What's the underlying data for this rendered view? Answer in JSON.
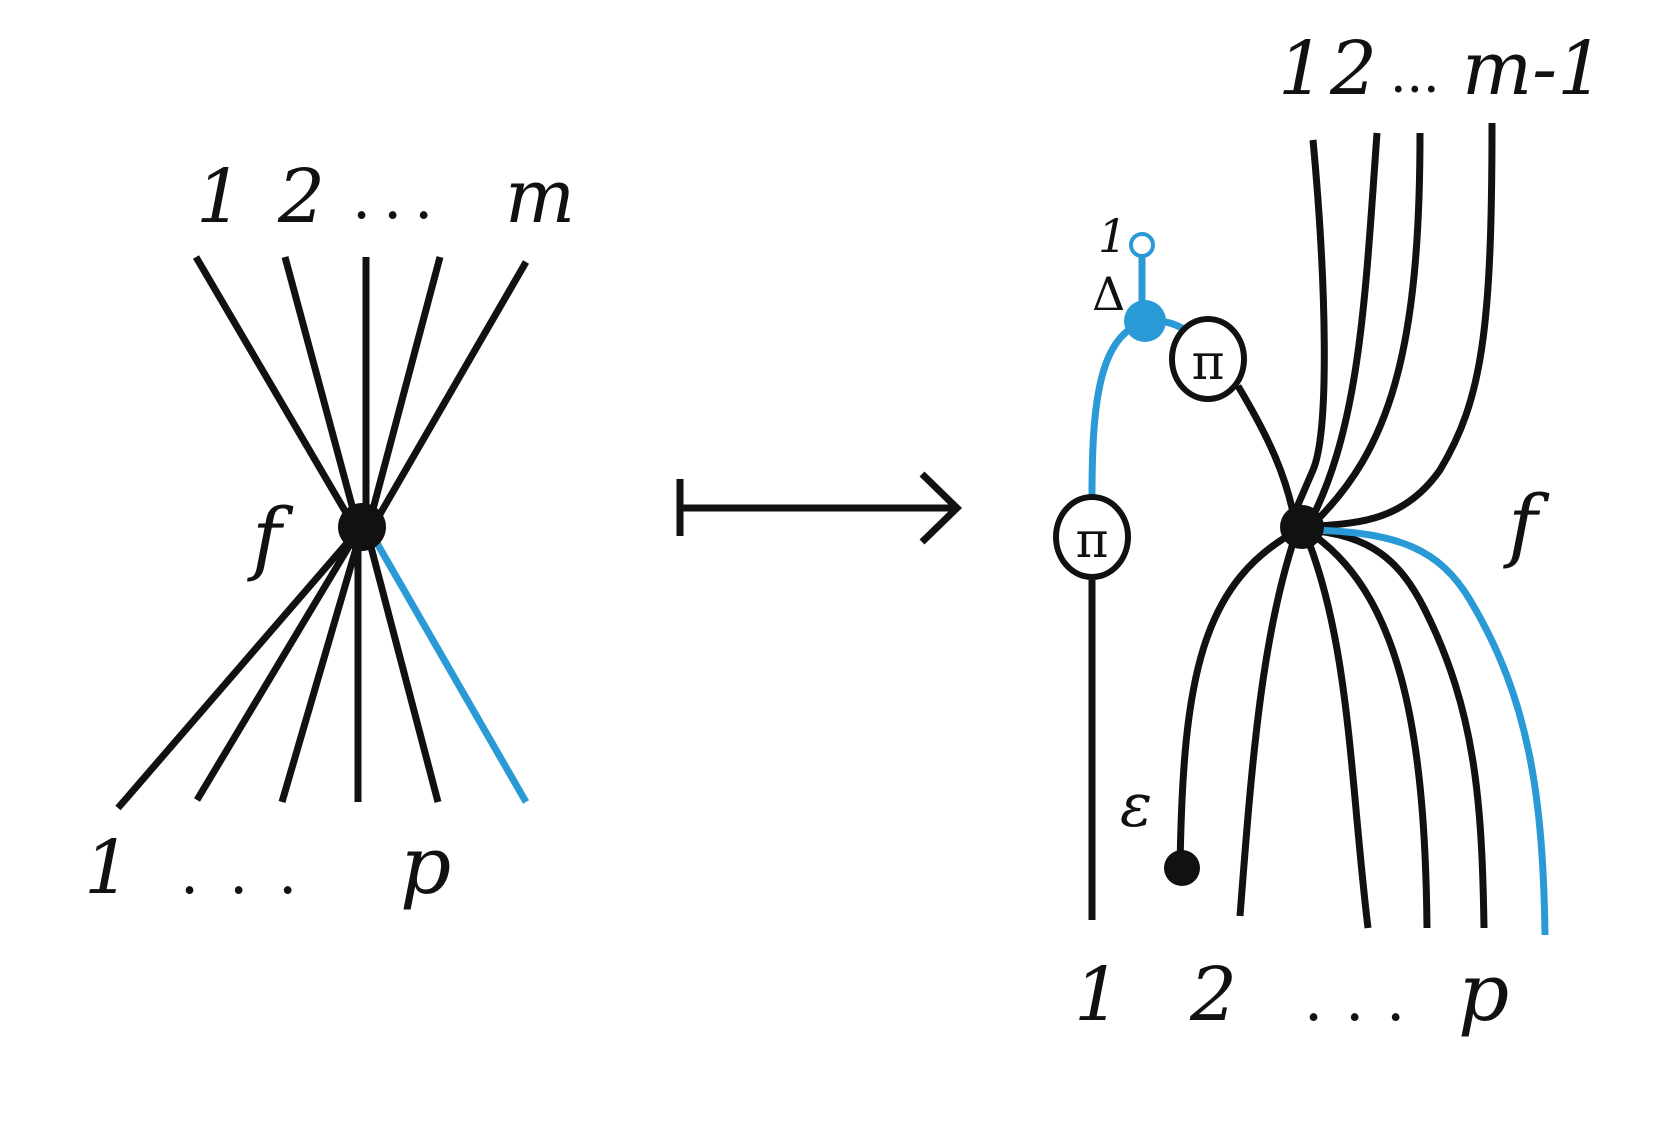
{
  "colors": {
    "ink": "#111111",
    "accent_blue": "#2a9ad6",
    "background": "#ffffff"
  },
  "left": {
    "top_labels": [
      "1",
      "2",
      "...",
      "m"
    ],
    "bottom_labels": [
      "1",
      "...",
      "p"
    ],
    "node_label": "f"
  },
  "arrow": {
    "icon": "maps-to-arrow"
  },
  "right": {
    "top_labels": [
      "1",
      "2",
      "...",
      "m-1"
    ],
    "bottom_labels": [
      "1",
      "2",
      "...",
      "p"
    ],
    "node_label": "f",
    "unit_label": "1",
    "comult_label": "Δ",
    "counit_label": "ε",
    "pi_upper": "π",
    "pi_lower": "π"
  }
}
